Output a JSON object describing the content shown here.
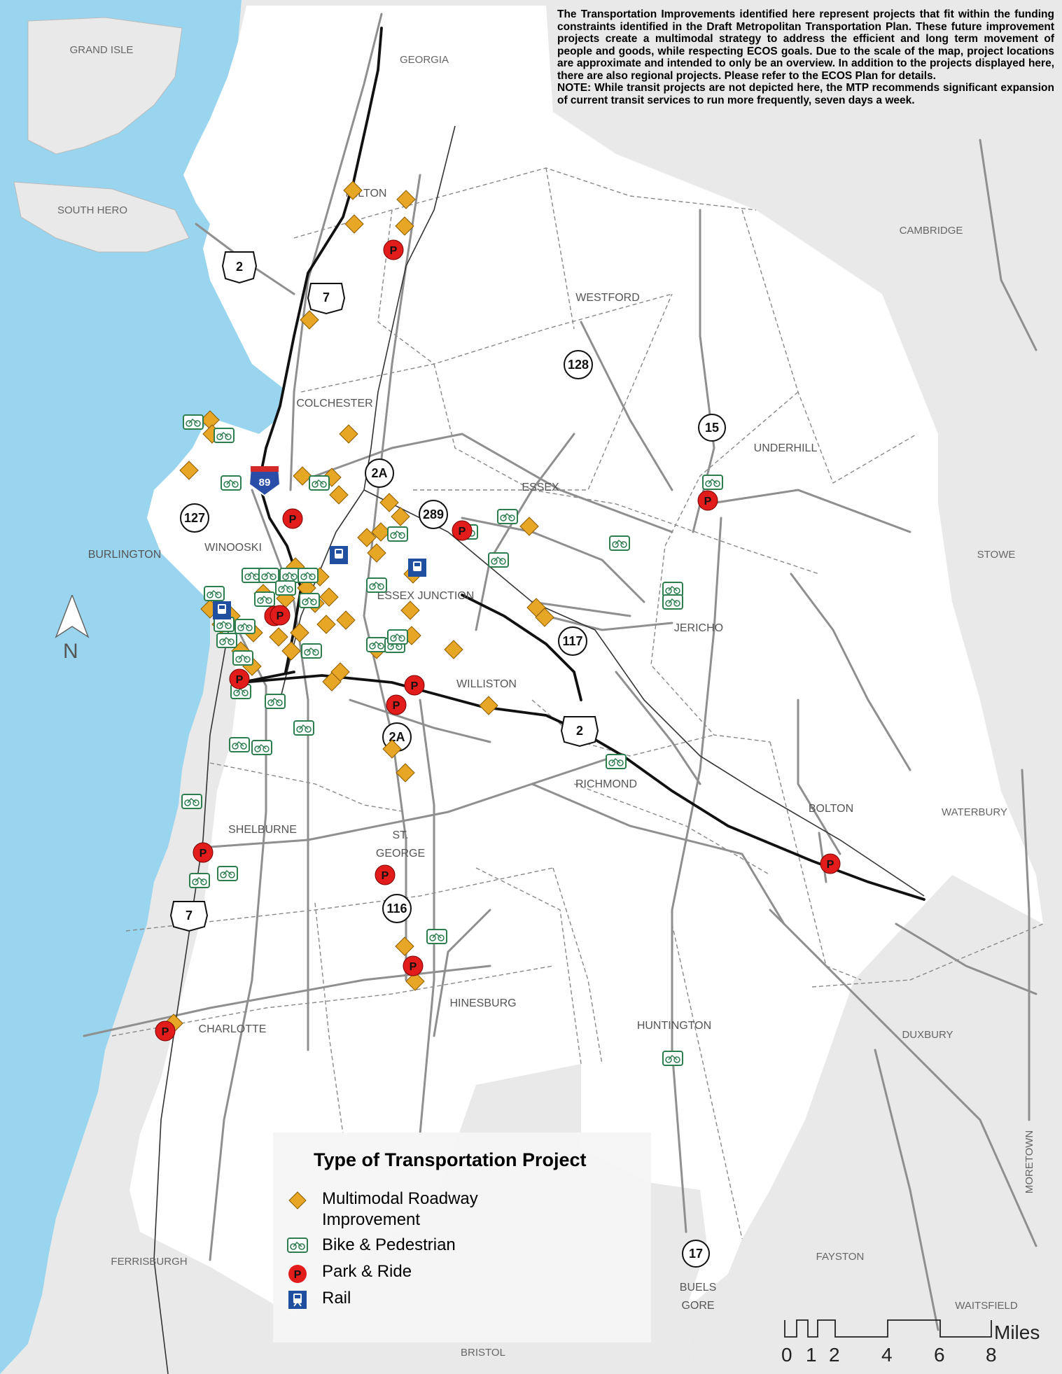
{
  "note": {
    "paragraph1": "The Transportation Improvements identified here represent projects that fit within the funding constraints identified in the Draft Metropolitan Transportation Plan.  These future improvement projects  create a multimodal strategy to address the efficient and long term movement of people and goods, while respecting ECOS goals.  Due to the scale of the map, project locations are approximate and intended to only be an overview. In addition to the projects displayed here, there are also regional projects.  Please refer to the ECOS Plan for details.",
    "paragraph2": "NOTE:  While transit projects are not depicted here, the MTP recommends significant expansion of current transit services to run more frequently, seven days a week."
  },
  "towns": {
    "grand_isle": "GRAND ISLE",
    "georgia": "GEORGIA",
    "south_hero": "SOUTH HERO",
    "milton": "MILTON",
    "cambridge": "CAMBRIDGE",
    "westford": "WESTFORD",
    "colchester": "COLCHESTER",
    "underhill": "UNDERHILL",
    "essex": "ESSEX",
    "burlington": "BURLINGTON",
    "winooski": "WINOOSKI",
    "stowe": "STOWE",
    "essex_junction": "ESSEX JUNCTION",
    "jericho": "JERICHO",
    "williston": "WILLISTON",
    "richmond": "RICHMOND",
    "waterbury": "WATERBURY",
    "bolton": "BOLTON",
    "shelburne": "SHELBURNE",
    "st_george_1": "ST.",
    "st_george_2": "GEORGE",
    "hinesburg": "HINESBURG",
    "charlotte": "CHARLOTTE",
    "huntington": "HUNTINGTON",
    "duxbury": "DUXBURY",
    "moretown": "MORETOWN",
    "fayston": "FAYSTON",
    "ferrisburgh": "FERRISBURGH",
    "buels_1": "BUELS",
    "buels_2": "GORE",
    "waitsfield": "WAITSFIELD",
    "bristol": "BRISTOL"
  },
  "routes": {
    "us2_north": "2",
    "us7_north": "7",
    "i89": "89",
    "r128": "128",
    "r15": "15",
    "r2a_north": "2A",
    "r289": "289",
    "r127": "127",
    "r117": "117",
    "us2_south": "2",
    "r2a_south": "2A",
    "r116": "116",
    "us7_south": "7",
    "r17": "17"
  },
  "legend": {
    "title": "Type of Transportation Project",
    "multimodal_line1": "Multimodal Roadway",
    "multimodal_line2": "Improvement",
    "bike": "Bike & Pedestrian",
    "park": "Park & Ride",
    "rail": "Rail"
  },
  "north_label": "N",
  "scale": {
    "unit": "Miles",
    "ticks": [
      "0",
      "1",
      "2",
      "4",
      "6",
      "8"
    ]
  },
  "colors": {
    "water": "#99d5ee",
    "surrounding": "#e8e8e8",
    "county": "#ffffff",
    "road": "#8a8a8a",
    "highway": "#111111",
    "multimodal": "#e8a626",
    "bike": "#2e7d4f",
    "park": "#e21b1b",
    "rail": "#1f4f9e",
    "interstate": "#2a4ea8"
  },
  "icons": {
    "multimodal": "diamond-road-sign-icon",
    "bike": "bicycle-sign-icon",
    "park": "park-and-ride-icon",
    "rail": "train-icon"
  }
}
